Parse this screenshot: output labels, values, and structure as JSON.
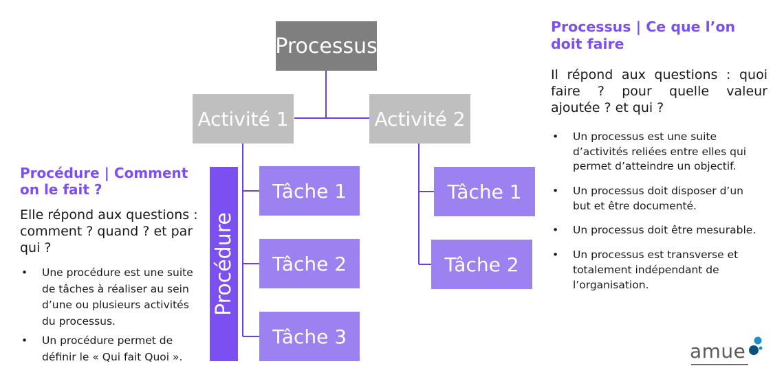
{
  "diagram": {
    "root": "Processus",
    "activities": [
      {
        "label": "Activité 1",
        "tasks": [
          "Tâche 1",
          "Tâche 2",
          "Tâche 3"
        ]
      },
      {
        "label": "Activité 2",
        "tasks": [
          "Tâche 1",
          "Tâche 2"
        ]
      }
    ],
    "procedure_label": "Procédure",
    "colors": {
      "root": "#7f7f7f",
      "activity": "#bfbfbf",
      "task": "#9b82f0",
      "procedure": "#7c4ff0",
      "connector": "#6a3fe0",
      "heading": "#7c4ff0"
    }
  },
  "left_panel": {
    "heading": "Procédure | Comment on le fait ?",
    "intro": "Elle répond aux questions : comment ? quand ? et par qui ?",
    "bullets": [
      "Une procédure est une suite de tâches à réaliser au sein d’une ou plusieurs activités du processus.",
      "Un procédure permet de définir le « Qui fait Quoi »."
    ]
  },
  "right_panel": {
    "heading": "Processus | Ce que l’on doit faire",
    "intro": "Il répond aux questions : quoi faire ? pour quelle valeur ajoutée ? et qui ?",
    "bullets": [
      "Un processus est une suite d’activités reliées entre elles qui permet d’atteindre un objectif.",
      "Un processus doit disposer d’un but et être documenté.",
      "Un processus doit être mesurable.",
      "Un processus est transverse et totalement indépendant de l’organisation."
    ]
  },
  "logo": {
    "text": "amue",
    "icon": "droplets-icon",
    "colors": [
      "#1e8fc4",
      "#0b4f7a"
    ]
  }
}
